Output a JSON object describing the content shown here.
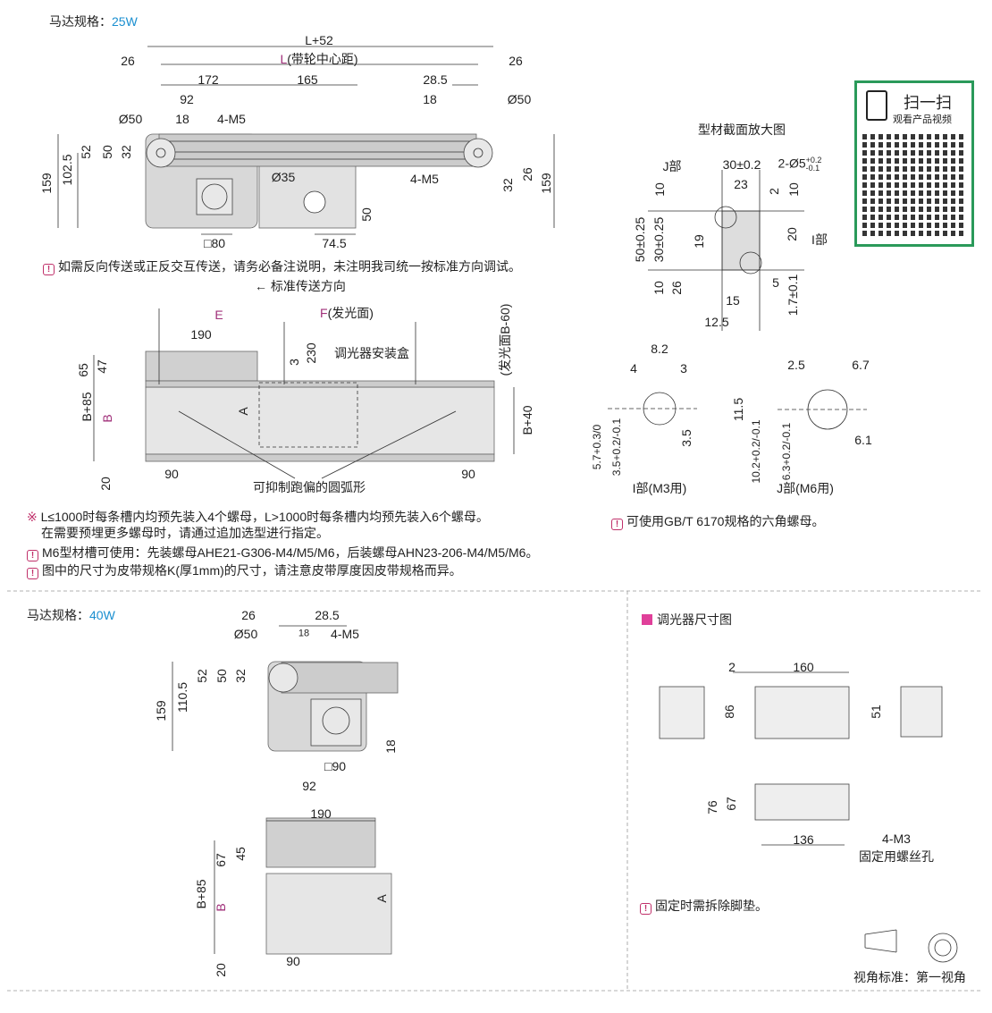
{
  "top_section": {
    "motor_label": "马达规格：",
    "motor_value": "25W",
    "dims": [
      "L+52",
      "26",
      "26",
      "172",
      "165",
      "28.5",
      "92",
      "18",
      "Ø50",
      "Ø50",
      "18",
      "4-M5",
      "52",
      "50",
      "32",
      "102.5",
      "159",
      "Ø35",
      "4-M5",
      "50",
      "26",
      "32",
      "159",
      "□80",
      "74.5"
    ],
    "l_prefix": "L",
    "l_label": "(带轮中心距)",
    "warning": "如需反向传送或正反交互传送，请务必备注说明，未注明我司统一按标准方向调试。",
    "direction_arrow": "←",
    "direction": "标准传送方向"
  },
  "front_view": {
    "e_label": "E",
    "f_prefix": "F",
    "f_label": "(发光面)",
    "light_face": "(发光面B-60)",
    "dims": [
      "190",
      "3",
      "230",
      "65",
      "47",
      "B+85",
      "B+40",
      "20",
      "90",
      "90"
    ],
    "b_label": "B",
    "a_label": "A",
    "dimmer_box": "调光器安装盒",
    "arc_label": "可抑制跑偏的圆弧形"
  },
  "profile": {
    "title": "型材截面放大图",
    "j_part": "J部",
    "i_part": "I部",
    "dims": [
      "30±0.2",
      "2-Ø5",
      "+0.2",
      "-0.1",
      "23",
      "10",
      "2",
      "10",
      "50±0.25",
      "30±0.25",
      "19",
      "20",
      "10",
      "26",
      "5",
      "1.7±0.1",
      "15",
      "12.5"
    ]
  },
  "qr": {
    "title": "扫一扫",
    "subtitle": "观看产品视频"
  },
  "details": {
    "i_dims": [
      "8.2",
      "4",
      "3",
      "5.7+0.3/0",
      "3.5+0.2/-0.1",
      "3.5"
    ],
    "j_dims": [
      "2.5",
      "6.7",
      "11.5",
      "10.2+0.2/-0.1",
      "6.3+0.2/-0.1",
      "6.1"
    ],
    "i_caption": "I部(M3用)",
    "j_caption": "J部(M6用)",
    "note": "可使用GB/T 6170规格的六角螺母。"
  },
  "notes": {
    "mark": "※",
    "line1": "L≤1000时每条槽内均预先装入4个螺母，L>1000时每条槽内均预先装入6个螺母。",
    "line2": "在需要预埋更多螺母时，请通过追加选型进行指定。",
    "line3": "M6型材槽可使用：先装螺母AHE21-G306-M4/M5/M6，后装螺母AHN23-206-M4/M5/M6。",
    "line4": "图中的尺寸为皮带规格K(厚1mm)的尺寸，请注意皮带厚度因皮带规格而异。"
  },
  "motor40": {
    "motor_label": "马达规格：",
    "motor_value": "40W",
    "dims": [
      "26",
      "28.5",
      "Ø50",
      "18",
      "4-M5",
      "159",
      "110.5",
      "52",
      "50",
      "32",
      "18",
      "□90",
      "92",
      "190",
      "67",
      "45",
      "B+85",
      "20",
      "90"
    ],
    "b_label": "B",
    "a_label": "A"
  },
  "dimmer": {
    "title": "调光器尺寸图",
    "dims": [
      "2",
      "160",
      "86",
      "51",
      "76",
      "67",
      "136",
      "4-M3"
    ],
    "screw_label": "固定用螺丝孔",
    "note": "固定时需拆除脚垫。",
    "view_standard": "视角标准：第一视角"
  },
  "colors": {
    "accent_blue": "#1a8fd0",
    "purple": "#a0307a",
    "qr_border": "#2a9a5a",
    "warn": "#c0306a"
  }
}
